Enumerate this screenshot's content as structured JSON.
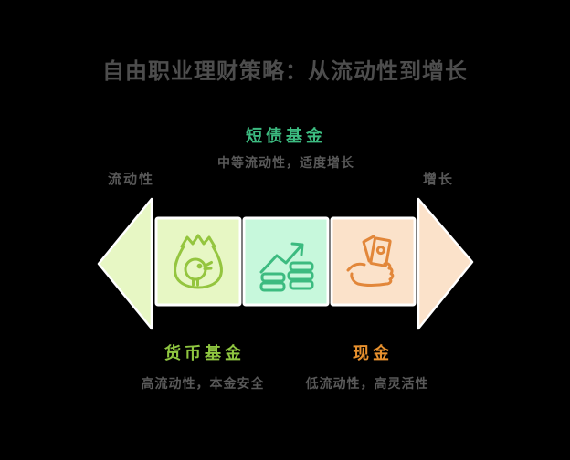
{
  "title": "自由职业理财策略：从流动性到增长",
  "axis": {
    "left_label": "流动性",
    "right_label": "增长"
  },
  "stages": [
    {
      "name": "货币基金",
      "desc": "高流动性，本金安全",
      "icon": "money-bag-bird-icon",
      "fill": "#e7f7c4",
      "accent": "#94c53f",
      "label_position": "bottom"
    },
    {
      "name": "短债基金",
      "desc": "中等流动性，适度增长",
      "icon": "growth-chart-coins-icon",
      "fill": "#c7f8dc",
      "accent": "#3cbb80",
      "label_position": "top"
    },
    {
      "name": "现金",
      "desc": "低流动性，高灵活性",
      "icon": "hand-holding-cash-icon",
      "fill": "#fbe2ca",
      "accent": "#e2873a",
      "label_position": "bottom"
    }
  ],
  "colors": {
    "background": "#000000",
    "title_text": "#4d4d4d",
    "caption_text": "#595959",
    "separator": "#ffffff",
    "arrow_left_fill": "#e7f7c4",
    "arrow_right_fill": "#fbe2ca",
    "stage_top_label": "#3cbb80",
    "stage_money_fund_label": "#8fc640",
    "stage_cash_label": "#e8912e"
  }
}
